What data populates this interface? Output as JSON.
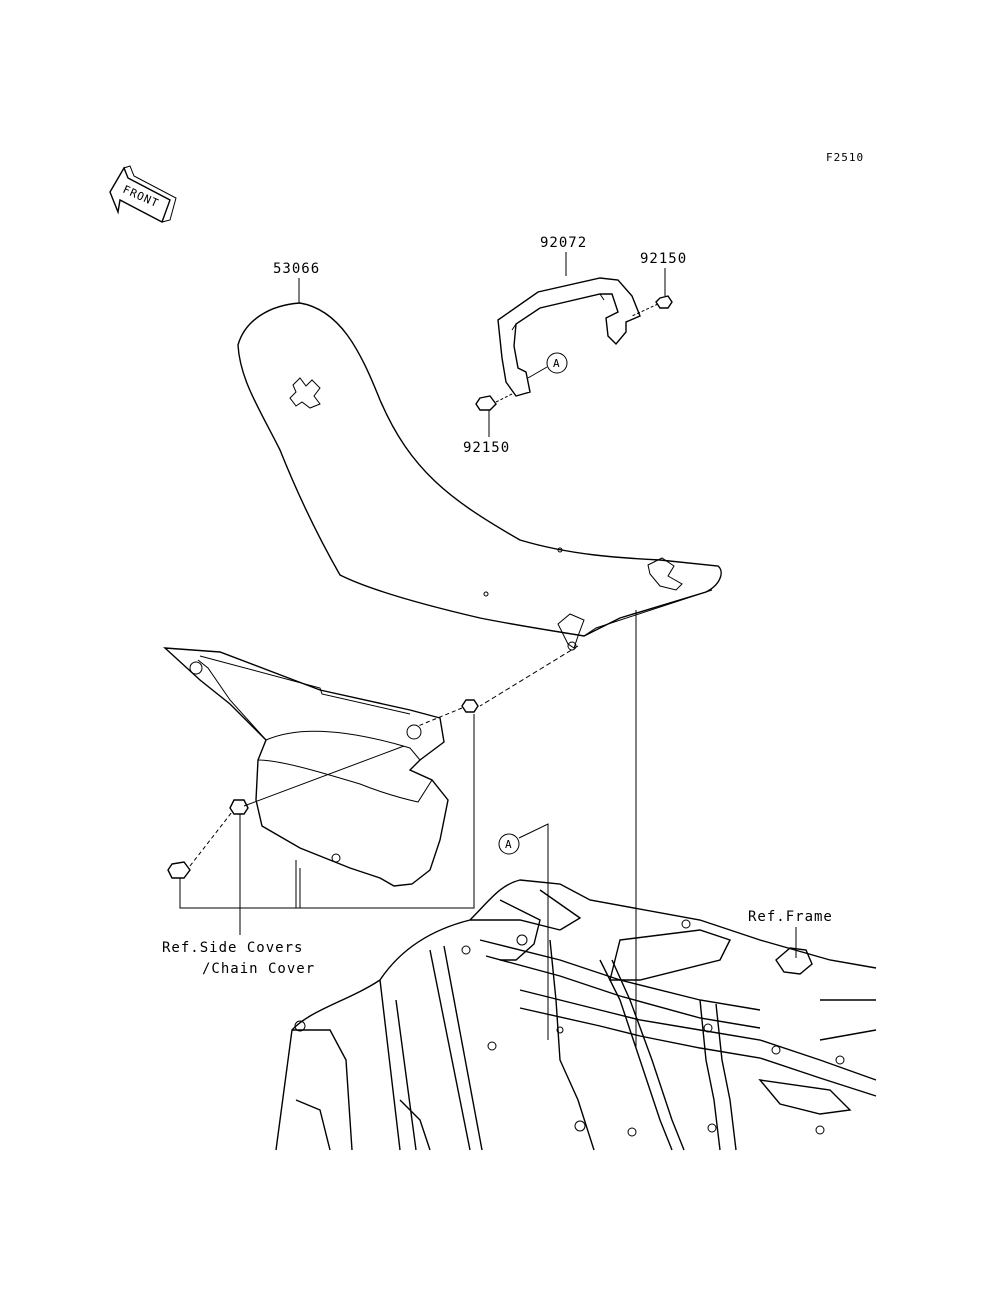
{
  "figure_code": "F2510",
  "front_label": "FRONT",
  "ref_marker": "A",
  "parts": {
    "seat": "53066",
    "grab_bar": "92072",
    "bolt_right": "92150",
    "bolt_left": "92150"
  },
  "references": {
    "frame": "Ref.Frame",
    "side_covers_line1": "Ref.Side Covers",
    "side_covers_line2": "/Chain Cover"
  }
}
